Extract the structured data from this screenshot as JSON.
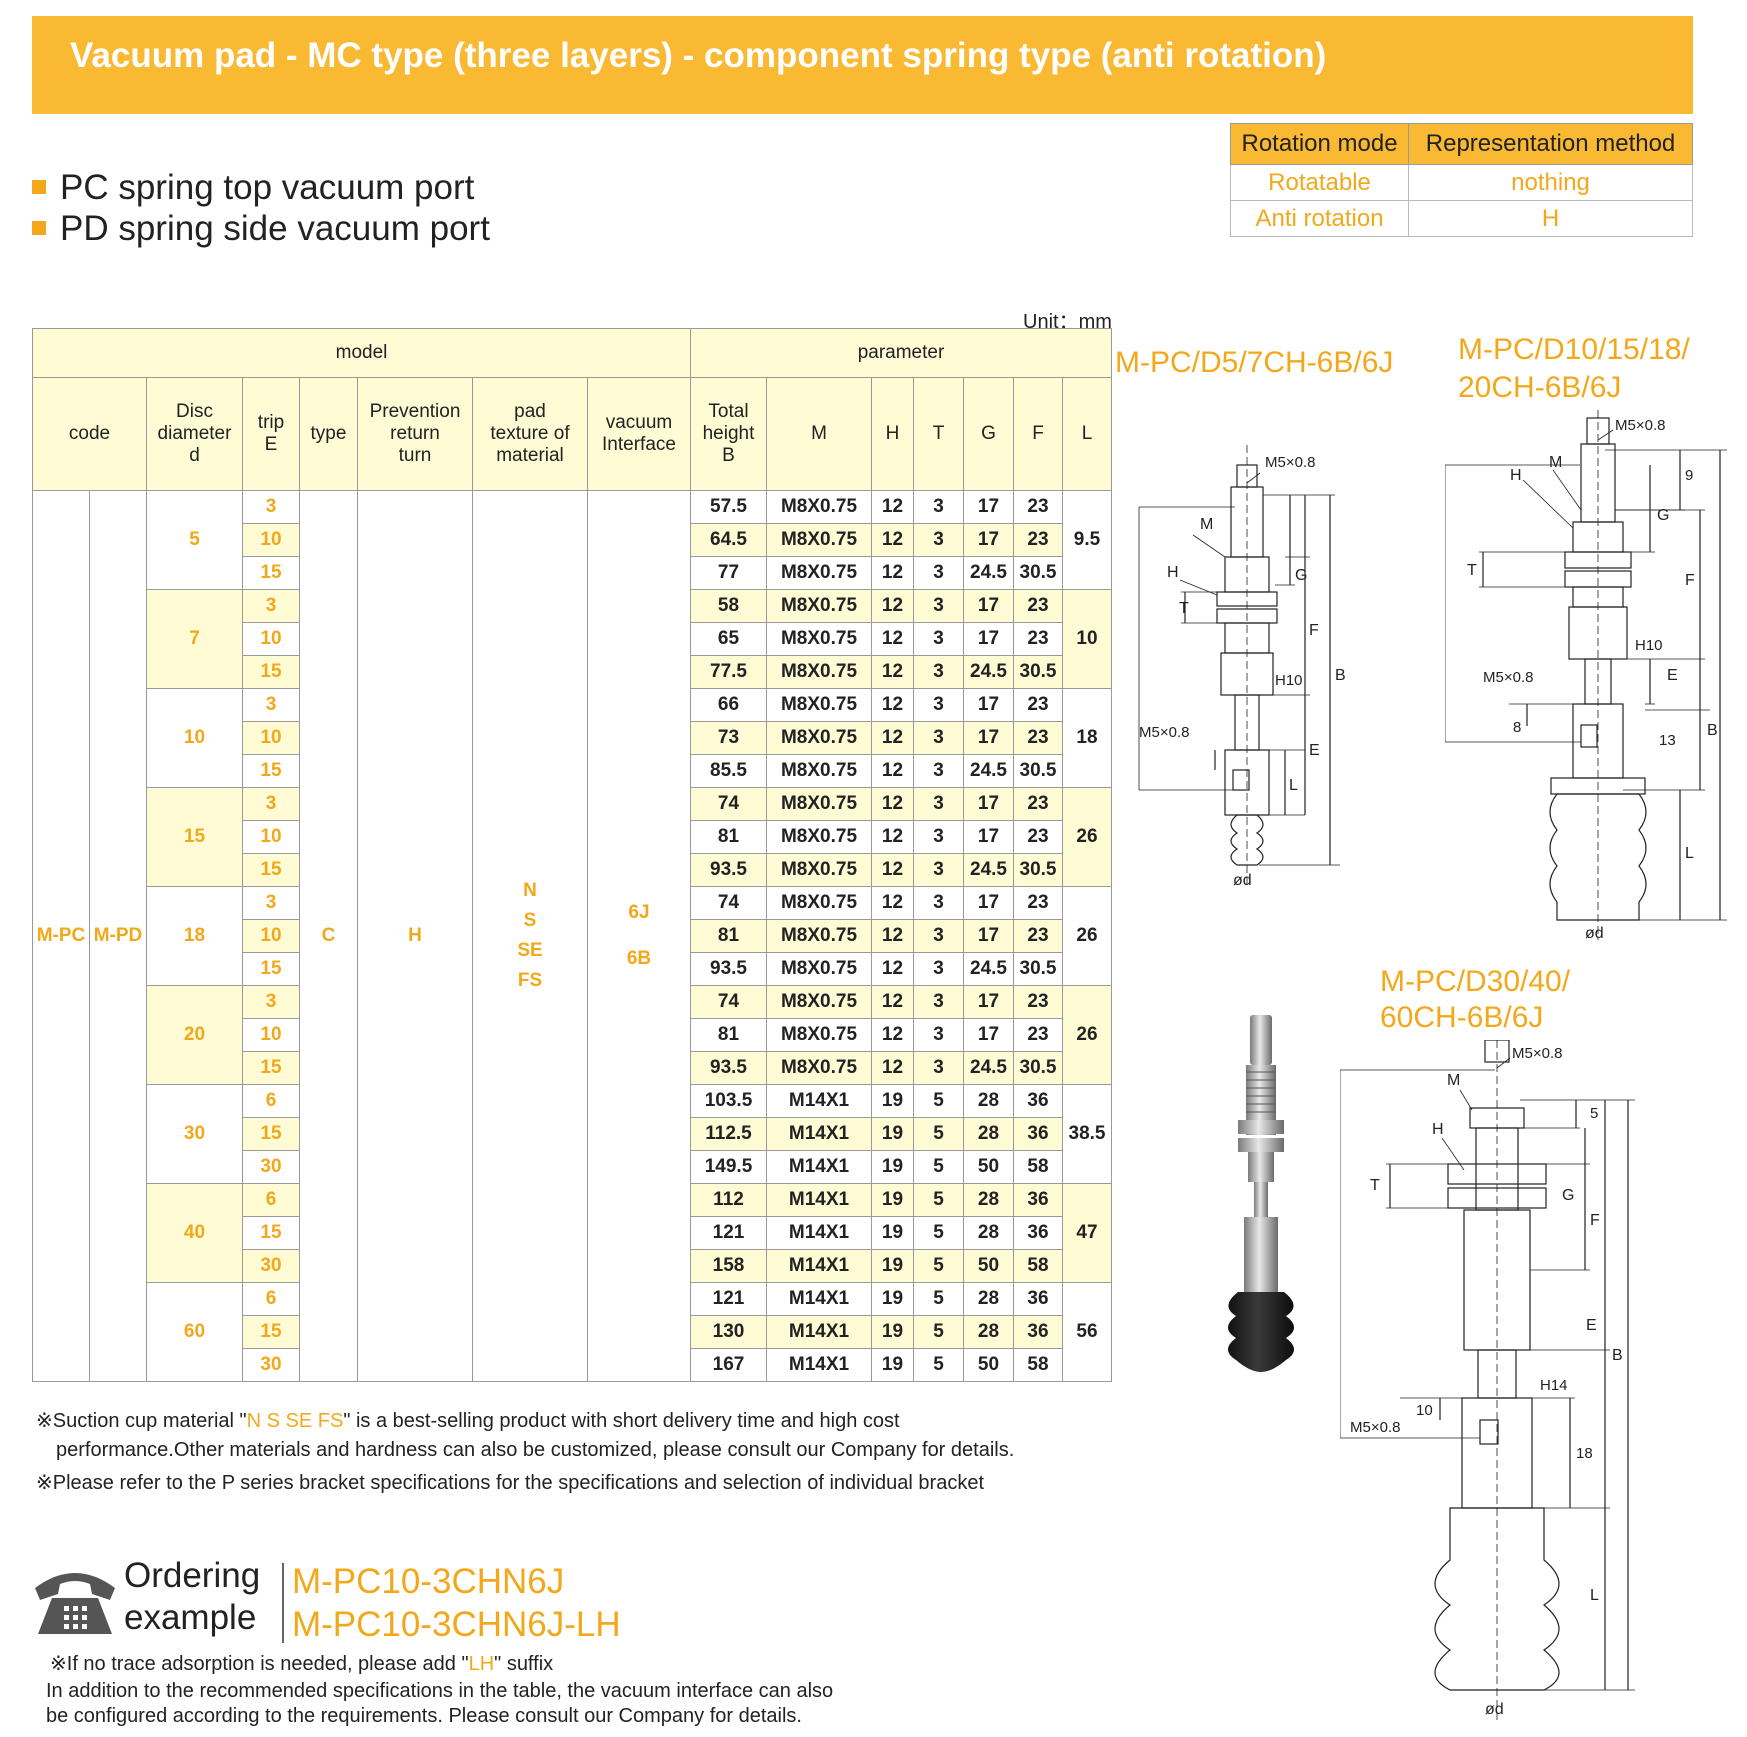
{
  "title": "Vacuum pad - MC type (three layers) - component spring type (anti rotation)",
  "bullets": [
    "PC spring top vacuum port",
    "PD spring side vacuum port"
  ],
  "rotation_table": {
    "headers": [
      "Rotation mode",
      "Representation method"
    ],
    "rows": [
      [
        "Rotatable",
        "nothing"
      ],
      [
        "Anti rotation",
        "H"
      ]
    ]
  },
  "unit": "Unit：mm",
  "spec_table": {
    "group_model": "model",
    "group_parameter": "parameter",
    "headers": {
      "code": "code",
      "disc": [
        "Disc",
        "diameter",
        "d"
      ],
      "trip": [
        "trip",
        "E"
      ],
      "type": "type",
      "prevention": [
        "Prevention",
        "return",
        "turn"
      ],
      "pad": [
        "pad",
        "texture of",
        "material"
      ],
      "vacuum": [
        "vacuum",
        "Interface"
      ],
      "total": [
        "Total",
        "height",
        "B"
      ],
      "M": "M",
      "H": "H",
      "T": "T",
      "G": "G",
      "F": "F",
      "L": "L"
    },
    "code_values": [
      "M-PC",
      "M-PD"
    ],
    "type_value": "C",
    "prevention_value": "H",
    "materials": [
      "N",
      "S",
      "SE",
      "FS"
    ],
    "vacuum": [
      "6J",
      "6B"
    ],
    "groups": [
      {
        "d": "5",
        "L": "9.5",
        "rows": [
          [
            "3",
            "57.5",
            "M8X0.75",
            "12",
            "3",
            "17",
            "23"
          ],
          [
            "10",
            "64.5",
            "M8X0.75",
            "12",
            "3",
            "17",
            "23"
          ],
          [
            "15",
            "77",
            "M8X0.75",
            "12",
            "3",
            "24.5",
            "30.5"
          ]
        ]
      },
      {
        "d": "7",
        "L": "10",
        "rows": [
          [
            "3",
            "58",
            "M8X0.75",
            "12",
            "3",
            "17",
            "23"
          ],
          [
            "10",
            "65",
            "M8X0.75",
            "12",
            "3",
            "17",
            "23"
          ],
          [
            "15",
            "77.5",
            "M8X0.75",
            "12",
            "3",
            "24.5",
            "30.5"
          ]
        ]
      },
      {
        "d": "10",
        "L": "18",
        "rows": [
          [
            "3",
            "66",
            "M8X0.75",
            "12",
            "3",
            "17",
            "23"
          ],
          [
            "10",
            "73",
            "M8X0.75",
            "12",
            "3",
            "17",
            "23"
          ],
          [
            "15",
            "85.5",
            "M8X0.75",
            "12",
            "3",
            "24.5",
            "30.5"
          ]
        ]
      },
      {
        "d": "15",
        "L": "26",
        "rows": [
          [
            "3",
            "74",
            "M8X0.75",
            "12",
            "3",
            "17",
            "23"
          ],
          [
            "10",
            "81",
            "M8X0.75",
            "12",
            "3",
            "17",
            "23"
          ],
          [
            "15",
            "93.5",
            "M8X0.75",
            "12",
            "3",
            "24.5",
            "30.5"
          ]
        ]
      },
      {
        "d": "18",
        "L": "26",
        "rows": [
          [
            "3",
            "74",
            "M8X0.75",
            "12",
            "3",
            "17",
            "23"
          ],
          [
            "10",
            "81",
            "M8X0.75",
            "12",
            "3",
            "17",
            "23"
          ],
          [
            "15",
            "93.5",
            "M8X0.75",
            "12",
            "3",
            "24.5",
            "30.5"
          ]
        ]
      },
      {
        "d": "20",
        "L": "26",
        "rows": [
          [
            "3",
            "74",
            "M8X0.75",
            "12",
            "3",
            "17",
            "23"
          ],
          [
            "10",
            "81",
            "M8X0.75",
            "12",
            "3",
            "17",
            "23"
          ],
          [
            "15",
            "93.5",
            "M8X0.75",
            "12",
            "3",
            "24.5",
            "30.5"
          ]
        ]
      },
      {
        "d": "30",
        "L": "38.5",
        "rows": [
          [
            "6",
            "103.5",
            "M14X1",
            "19",
            "5",
            "28",
            "36"
          ],
          [
            "15",
            "112.5",
            "M14X1",
            "19",
            "5",
            "28",
            "36"
          ],
          [
            "30",
            "149.5",
            "M14X1",
            "19",
            "5",
            "50",
            "58"
          ]
        ]
      },
      {
        "d": "40",
        "L": "47",
        "rows": [
          [
            "6",
            "112",
            "M14X1",
            "19",
            "5",
            "28",
            "36"
          ],
          [
            "15",
            "121",
            "M14X1",
            "19",
            "5",
            "28",
            "36"
          ],
          [
            "30",
            "158",
            "M14X1",
            "19",
            "5",
            "50",
            "58"
          ]
        ]
      },
      {
        "d": "60",
        "L": "56",
        "rows": [
          [
            "6",
            "121",
            "M14X1",
            "19",
            "5",
            "28",
            "36"
          ],
          [
            "15",
            "130",
            "M14X1",
            "19",
            "5",
            "28",
            "36"
          ],
          [
            "30",
            "167",
            "M14X1",
            "19",
            "5",
            "50",
            "58"
          ]
        ]
      }
    ]
  },
  "notes": {
    "n1_pre": "※Suction cup material \"",
    "n1_hl": "N S SE FS",
    "n1_post": "\" is a best-selling product with short delivery time and high cost",
    "n1_cont": "performance.Other materials and hardness can also be customized, please consult our Company for details.",
    "n2": "※Please refer to the P series bracket specifications for the specifications and selection of individual bracket"
  },
  "ordering": {
    "label_1": "Ordering",
    "label_2": "example",
    "example_1": "M-PC10-3CHN6J",
    "example_2": "M-PC10-3CHN6J-LH",
    "note_pre": "※If no trace adsorption is needed, please add \"",
    "note_hl": "LH",
    "note_post": "\" suffix",
    "footer_1": "In addition to the recommended specifications in the table, the vacuum interface can also",
    "footer_2": "be configured according to the requirements. Please consult our Company for details."
  },
  "drawings": {
    "d1_title": "M-PC/D5/7CH-6B/6J",
    "d2_title": [
      "M-PC/D10/15/18/",
      "20CH-6B/6J"
    ],
    "d3_title": [
      "M-PC/D30/40/",
      "60CH-6B/6J"
    ],
    "labels": {
      "port": "M5×0.8",
      "M": "M",
      "H": "H",
      "T": "T",
      "G": "G",
      "F": "F",
      "B": "B",
      "E": "E",
      "L": "L",
      "h10": "H10",
      "h14": "H14",
      "d": "ød",
      "n9": "9",
      "n8": "8",
      "n13": "13",
      "n5": "5",
      "n10": "10",
      "n18": "18"
    }
  },
  "colors": {
    "accent": "#f9b933",
    "accent_text": "#f2a81a",
    "row_highlight": "#fffbd5"
  }
}
